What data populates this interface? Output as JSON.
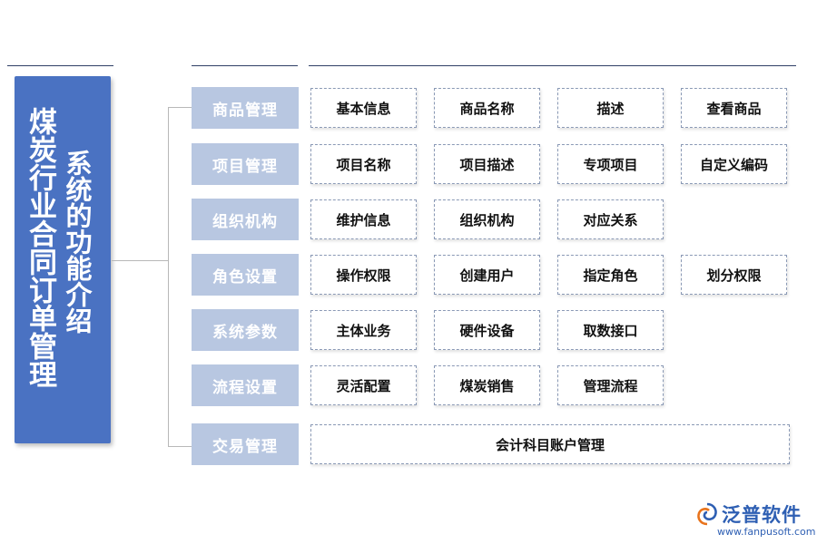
{
  "title_main": "煤炭行业合同订单管理",
  "title_sub": "系统的功能介绍",
  "rows": [
    {
      "category": "商品管理",
      "items": [
        "基本信息",
        "商品名称",
        "描述",
        "查看商品"
      ]
    },
    {
      "category": "项目管理",
      "items": [
        "项目名称",
        "项目描述",
        "专项项目",
        "自定义编码"
      ]
    },
    {
      "category": "组织机构",
      "items": [
        "维护信息",
        "组织机构",
        "对应关系"
      ]
    },
    {
      "category": "角色设置",
      "items": [
        "操作权限",
        "创建用户",
        "指定角色",
        "划分权限"
      ]
    },
    {
      "category": "系统参数",
      "items": [
        "主体业务",
        "硬件设备",
        "取数接口"
      ]
    },
    {
      "category": "流程设置",
      "items": [
        "灵活配置",
        "煤炭销售",
        "管理流程"
      ]
    },
    {
      "category": "交易管理",
      "items": [
        "会计科目账户管理"
      ]
    }
  ],
  "logo": {
    "name": "泛普软件",
    "url": "www.fanpusoft.com",
    "color": "#2e5fb3"
  },
  "colors": {
    "title_bg": "#4a72c2",
    "category_bg": "#b8c7e1",
    "item_border": "#8a99b5"
  }
}
